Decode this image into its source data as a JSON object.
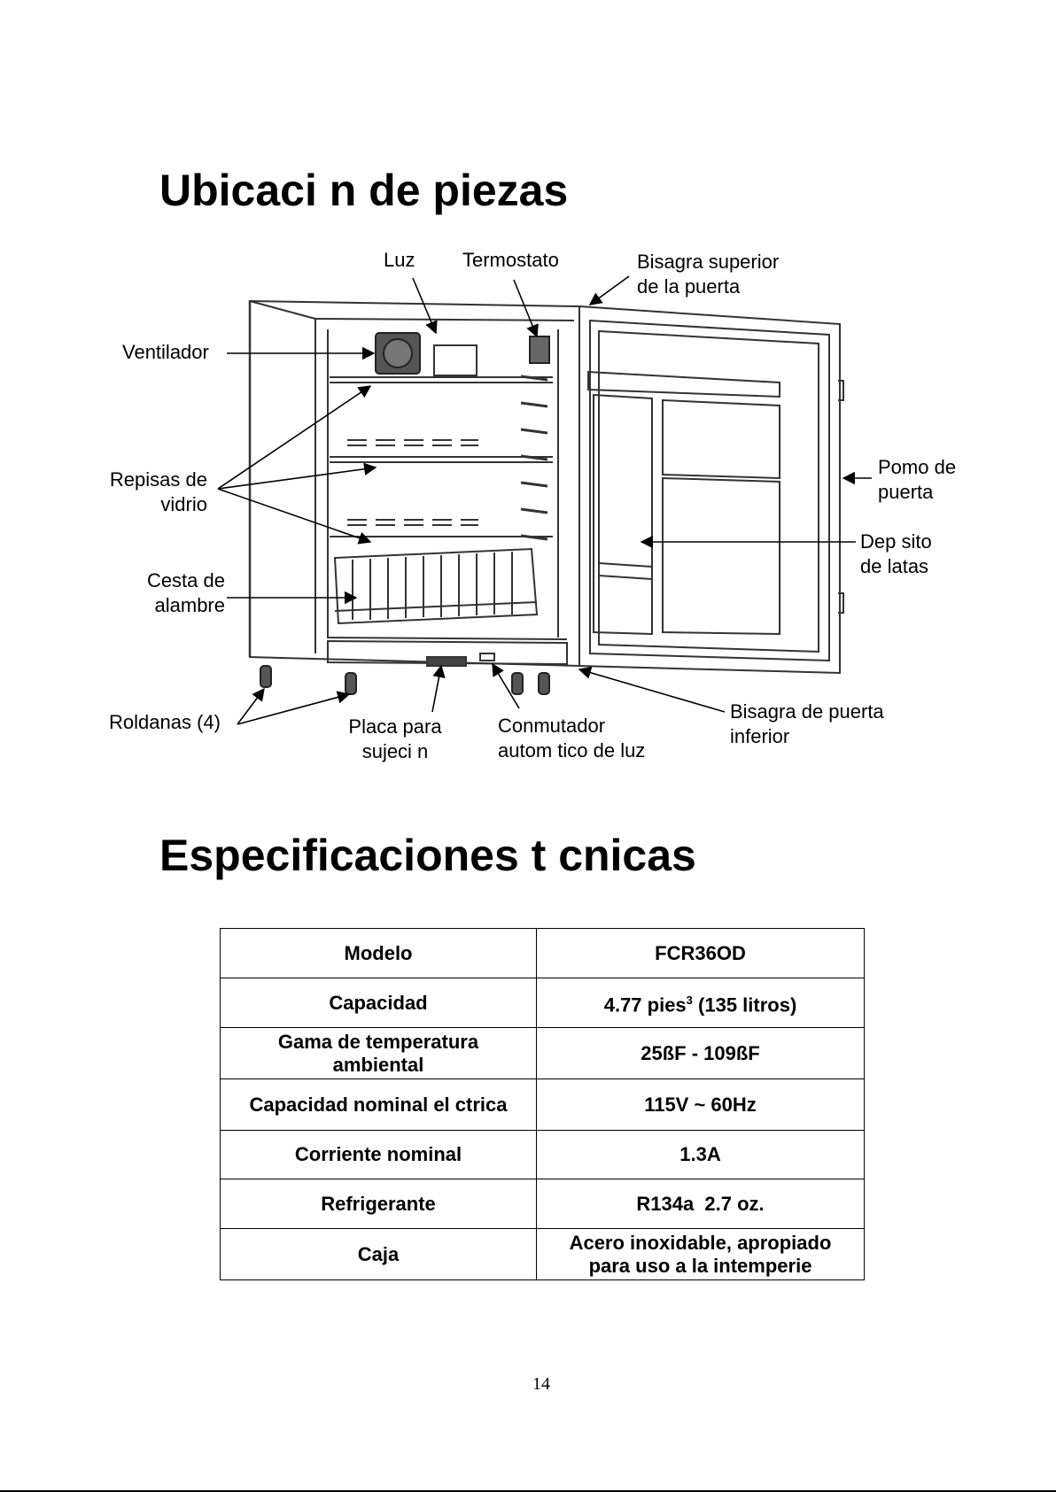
{
  "section1": {
    "title": "Ubicaci n de piezas"
  },
  "labels": {
    "luz": "Luz",
    "termostato": "Termostato",
    "bisagra_superior": [
      "Bisagra superior",
      "de la puerta"
    ],
    "ventilador": "Ventilador",
    "repisas": [
      "Repisas de",
      "vidrio"
    ],
    "cesta": [
      "Cesta de",
      "alambre"
    ],
    "pomo": [
      "Pomo de",
      "puerta"
    ],
    "deposito": [
      "Dep sito",
      "de latas"
    ],
    "roldanas": "Roldanas (4)",
    "placa": [
      "Placa para",
      "sujeci n"
    ],
    "conmutador": [
      "Conmutador",
      "autom tico de luz"
    ],
    "bisagra_inferior": [
      "Bisagra de puerta",
      "inferior"
    ]
  },
  "section2": {
    "title": "Especificaciones t cnicas"
  },
  "specs": [
    {
      "key": "Modelo",
      "value": "FCR36OD"
    },
    {
      "key": "Capacidad",
      "value_main": "4.77 pies",
      "value_sup": "3",
      "value_rest": " (135 litros)"
    },
    {
      "key_lines": [
        "Gama de temperatura",
        "ambiental"
      ],
      "value": "25ßF - 109ßF"
    },
    {
      "key": "Capacidad nominal el ctrica",
      "value": "115V ~ 60Hz"
    },
    {
      "key": "Corriente nominal",
      "value": "1.3A"
    },
    {
      "key": "Refrigerante",
      "value": "R134a  2.7 oz."
    },
    {
      "key": "Caja",
      "value_lines": [
        "Acero inoxidable, apropiado",
        "para uso a la intemperie"
      ]
    }
  ],
  "page_number": "14"
}
